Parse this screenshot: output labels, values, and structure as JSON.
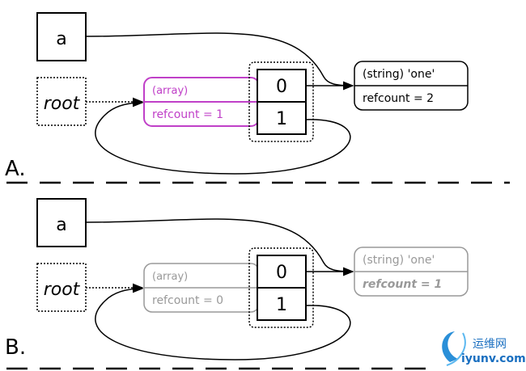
{
  "panel_a": {
    "label": "A.",
    "var_a": "a",
    "var_root": "root",
    "array_type": "(array)",
    "array_refcount": "refcount = 1",
    "index_0": "0",
    "index_1": "1",
    "string_type": "(string) 'one'",
    "string_refcount": "refcount = 2"
  },
  "panel_b": {
    "label": "B.",
    "var_a": "a",
    "var_root": "root",
    "array_type": "(array)",
    "array_refcount": "refcount = 0",
    "index_0": "0",
    "index_1": "1",
    "string_type": "(string) 'one'",
    "string_refcount": "refcount = 1"
  },
  "watermark": {
    "cn": "运维网",
    "site": "iyunv.com"
  },
  "colors": {
    "array_active": "#c040c8",
    "faded": "#999999",
    "ink": "#000000"
  }
}
